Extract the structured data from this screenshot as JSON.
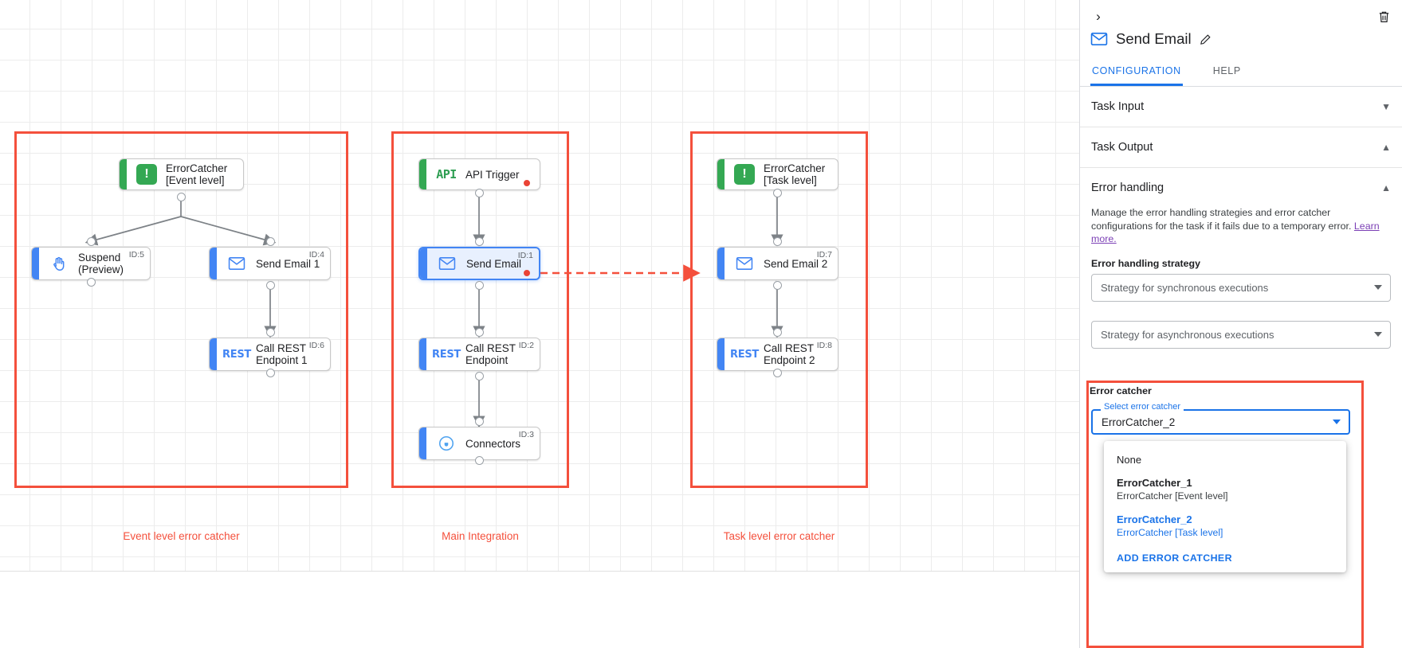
{
  "canvas": {
    "groups": [
      {
        "caption": "Event level error catcher"
      },
      {
        "caption": "Main Integration"
      },
      {
        "caption": "Task level error catcher"
      }
    ],
    "nodes": {
      "error_catcher_event": {
        "label": "ErrorCatcher\n[Event level]",
        "icon": "error-catcher-icon",
        "id": ""
      },
      "suspend": {
        "label": "Suspend\n(Preview)",
        "icon": "suspend-hand-icon",
        "id": "ID:5"
      },
      "send_email_1": {
        "label": "Send Email 1",
        "icon": "mail-icon",
        "id": "ID:4"
      },
      "call_rest_1": {
        "label": "Call REST\nEndpoint 1",
        "icon": "rest-icon",
        "id": "ID:6"
      },
      "api_trigger": {
        "label": "API Trigger",
        "icon": "api-icon",
        "id": ""
      },
      "send_email": {
        "label": "Send Email",
        "icon": "mail-icon",
        "id": "ID:1"
      },
      "call_rest": {
        "label": "Call REST\nEndpoint",
        "icon": "rest-icon",
        "id": "ID:2"
      },
      "connectors": {
        "label": "Connectors",
        "icon": "connectors-icon",
        "id": "ID:3"
      },
      "error_catcher_task": {
        "label": "ErrorCatcher\n[Task level]",
        "icon": "error-catcher-icon",
        "id": ""
      },
      "send_email_2": {
        "label": "Send Email 2",
        "icon": "mail-icon",
        "id": "ID:7"
      },
      "call_rest_2": {
        "label": "Call REST\nEndpoint 2",
        "icon": "rest-icon",
        "id": "ID:8"
      }
    }
  },
  "panel": {
    "title": "Send Email",
    "title_icon": "mail-icon",
    "edit_icon": "pencil-icon",
    "collapse_icon": "chevron-right-icon",
    "delete_icon": "trash-icon",
    "tabs": [
      {
        "label": "CONFIGURATION",
        "active": true
      },
      {
        "label": "HELP",
        "active": false
      }
    ],
    "sections": [
      {
        "label": "Task Input",
        "state": "collapsed"
      },
      {
        "label": "Task Output",
        "state": "expanded"
      },
      {
        "label": "Error handling",
        "state": "expanded"
      }
    ],
    "error_handling": {
      "description": "Manage the error handling strategies and error catcher configurations for the task if it fails due to a temporary error.",
      "learn_more": "Learn more.",
      "strategy_label": "Error handling strategy",
      "sync_placeholder": "Strategy for synchronous executions",
      "async_placeholder": "Strategy for asynchronous executions"
    },
    "error_catcher": {
      "section_label": "Error catcher",
      "field_label": "Select error catcher",
      "value": "ErrorCatcher_2",
      "options": [
        {
          "primary": "None",
          "secondary": "",
          "selected": false,
          "bold": false
        },
        {
          "primary": "ErrorCatcher_1",
          "secondary": "ErrorCatcher [Event level]",
          "selected": false,
          "bold": true
        },
        {
          "primary": "ErrorCatcher_2",
          "secondary": "ErrorCatcher [Task level]",
          "selected": true,
          "bold": true
        }
      ],
      "action_label": "ADD ERROR CATCHER"
    }
  },
  "colors": {
    "accent_blue": "#1a73e8",
    "highlight_red": "#f4503c",
    "trigger_green": "#34a853",
    "link_purple": "#7b3fb5"
  }
}
